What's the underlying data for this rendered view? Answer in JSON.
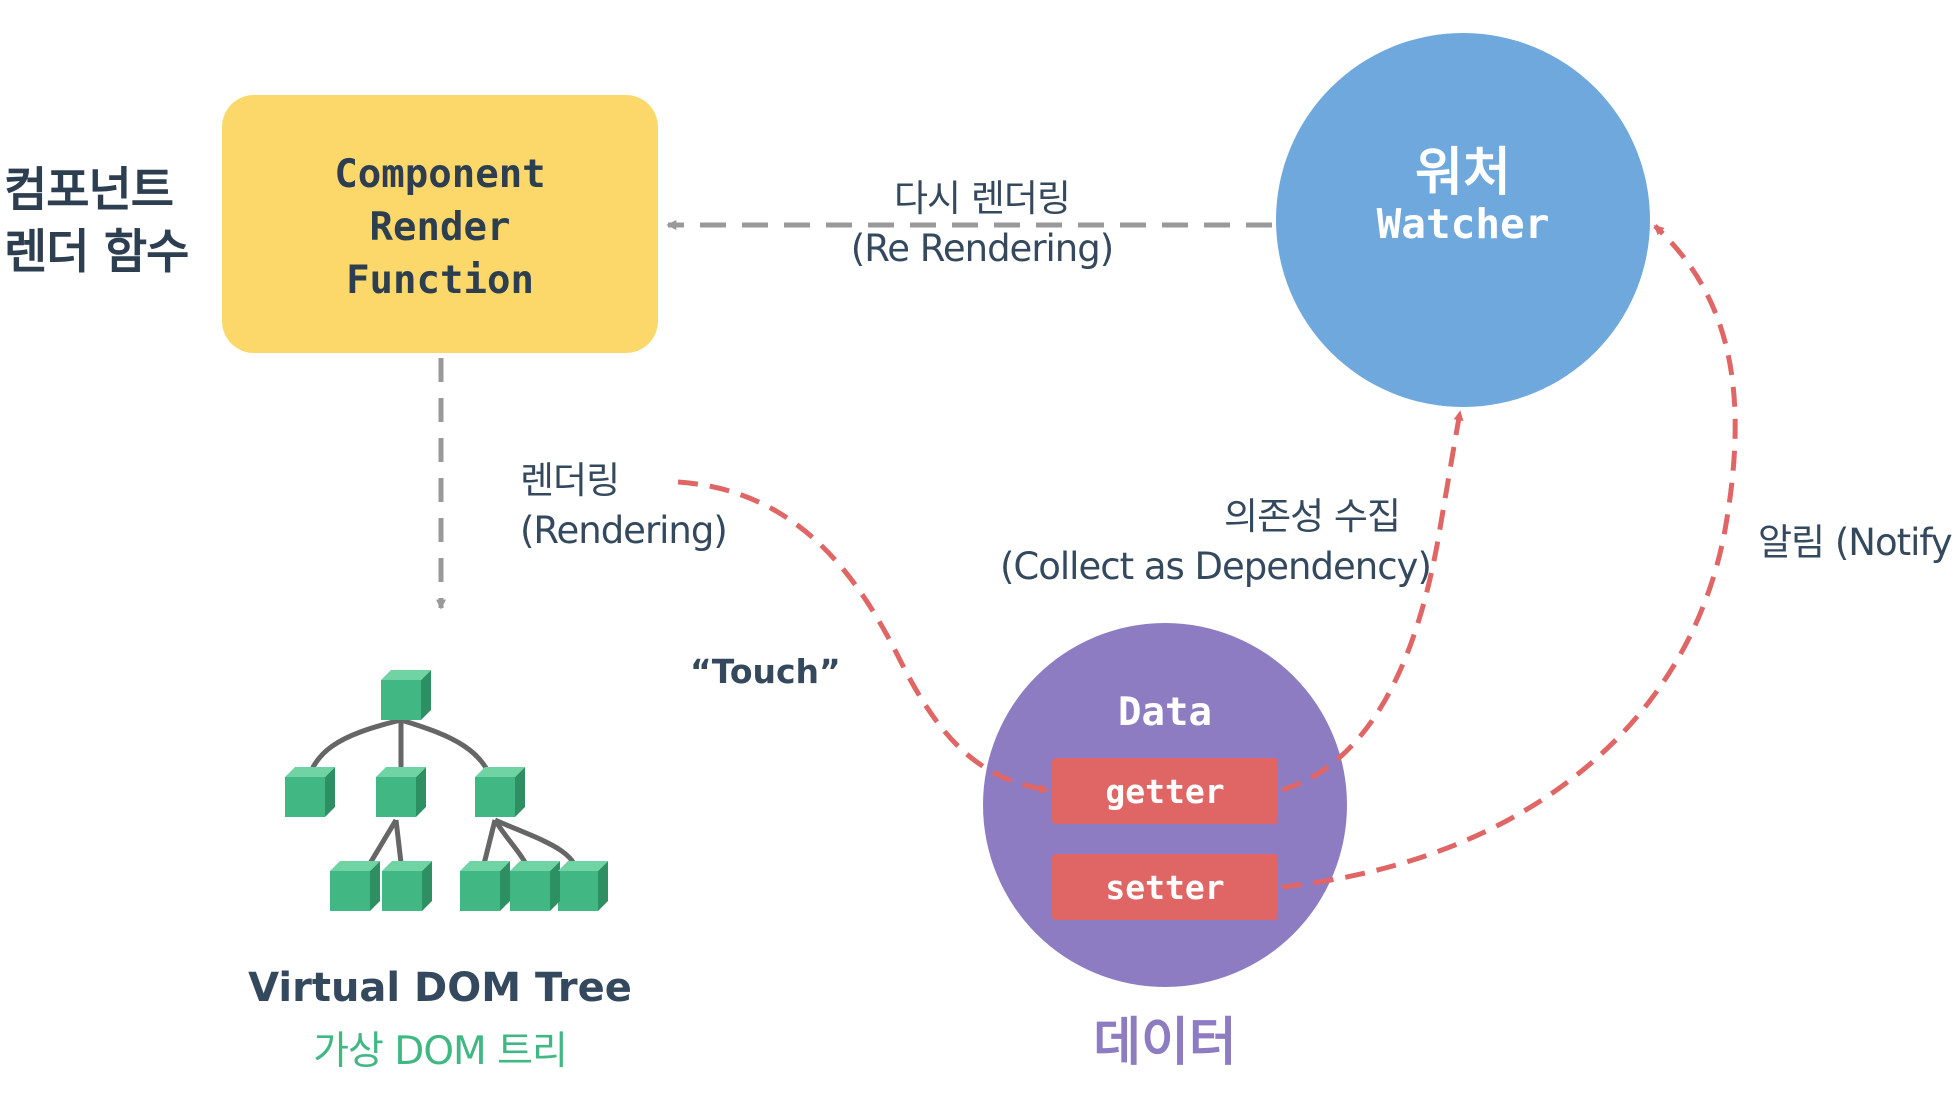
{
  "side_title": {
    "line1": "컴포넌트",
    "line2": "렌더 함수"
  },
  "component": {
    "line1": "Component",
    "line2": "Render",
    "line3": "Function"
  },
  "watcher": {
    "ko": "워처",
    "en": "Watcher"
  },
  "edges": {
    "rerender": {
      "ko": "다시 렌더링",
      "en": "(Re Rendering)"
    },
    "render": {
      "ko": "렌더링",
      "en": "(Rendering)"
    },
    "touch": "“Touch”",
    "collect": {
      "ko": "의존성 수집",
      "en": "(Collect as Dependency)"
    },
    "notify": "알림 (Notify)"
  },
  "data_node": {
    "title": "Data",
    "getter": "getter",
    "setter": "setter",
    "ko_label": "데이터"
  },
  "vdom": {
    "en": "Virtual DOM Tree",
    "ko": "가상 DOM 트리"
  },
  "colors": {
    "component_fill": "#fcd86b",
    "watcher_fill": "#6ea8dc",
    "data_fill": "#8e7cc3",
    "pill_fill": "#e06666",
    "red_arrow": "#e06666",
    "gray_arrow": "#999999",
    "tree_node": "#41b883",
    "tree_line": "#666666",
    "text_dark": "#34495e",
    "green_text": "#41b883",
    "purple_text": "#8e7cc3"
  }
}
